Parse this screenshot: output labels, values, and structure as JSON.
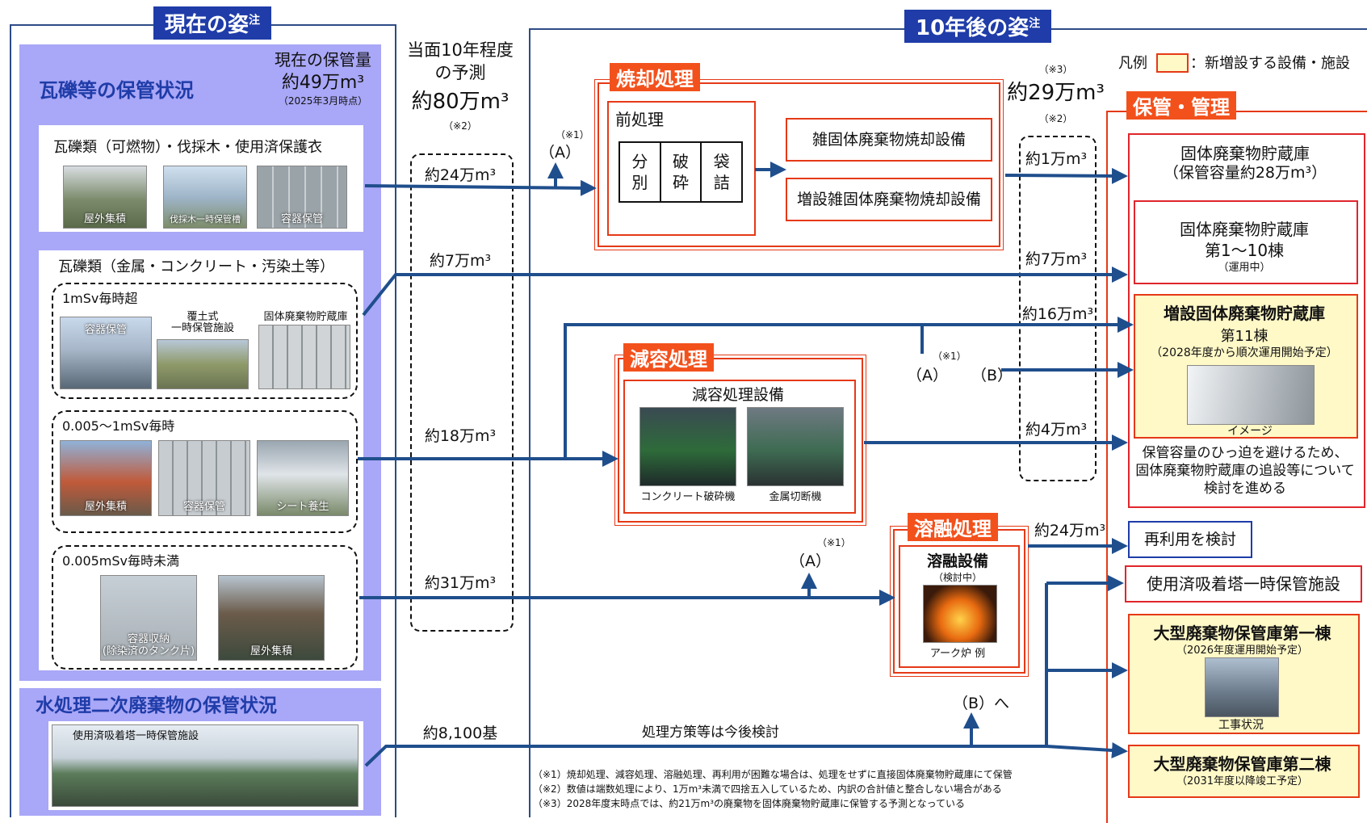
{
  "left_panel": {
    "title": "現在の姿",
    "title_note": "注",
    "storage_heading": "瓦礫等の保管状況",
    "current_volume_label": "現在の保管量",
    "current_volume_value": "約49万m³",
    "current_volume_date": "（2025年3月時点）",
    "group1": {
      "title": "瓦礫類（可燃物）・伐採木・使用済保護衣",
      "photos": [
        "屋外集積",
        "伐採木一時保管槽",
        "容器保管"
      ]
    },
    "group2_title": "瓦礫類（金属・コンクリート・汚染土等）",
    "sub_high": {
      "title": "1mSv毎時超",
      "photos": [
        "容器保管",
        "覆土式\n一時保管施設",
        "固体廃棄物貯蔵庫"
      ]
    },
    "sub_mid": {
      "title": "0.005～1mSv毎時",
      "photos": [
        "屋外集積",
        "容器保管",
        "シート養生"
      ]
    },
    "sub_low": {
      "title": "0.005mSv毎時未満",
      "photos": [
        "容器収納\n(除染済のタンク片)",
        "屋外集積"
      ]
    },
    "water_heading": "水処理二次廃棄物の保管状況",
    "water_photo": "使用済吸着塔一時保管施設"
  },
  "forecast": {
    "header": "当面10年程度\nの予測",
    "total": "約80万m³",
    "total_note": "（※2）",
    "v1": "約24万m³",
    "v2": "約7万m³",
    "v3": "約18万m³",
    "v4": "約31万m³",
    "v5": "約8,100基"
  },
  "right_panel": {
    "title": "10年後の姿",
    "title_note": "注",
    "legend_label": "凡例",
    "legend_text": "：新増設する設備・施設",
    "result_note_top": "（※3）",
    "result_total": "約29万m³",
    "result_note": "（※2）",
    "r1": "約1万m³",
    "r2": "約7万m³",
    "r3": "約16万m³",
    "r4": "約4万m³",
    "r5": "約24万m³",
    "incineration": {
      "title": "焼却処理",
      "pre": "前処理",
      "steps": [
        "分\n別",
        "破\n砕",
        "袋\n詰"
      ],
      "eq1": "雑固体廃棄物焼却設備",
      "eq2": "増設雑固体廃棄物焼却設備"
    },
    "volume_reduction": {
      "title": "減容処理",
      "equipment": "減容処理設備",
      "photos": [
        "コンクリート破砕機",
        "金属切断機"
      ]
    },
    "melting": {
      "title": "溶融処理",
      "equipment": "溶融設備",
      "status": "（検討中）",
      "photo": "アーク炉 例"
    },
    "storage": {
      "title": "保管・管理",
      "s1_title": "固体廃棄物貯蔵庫",
      "s1_cap": "（保管容量約28万m³）",
      "s2_title": "固体廃棄物貯蔵庫",
      "s2_line2": "第1～10棟",
      "s2_status": "（運用中）",
      "s3_title": "増設固体廃棄物貯蔵庫",
      "s3_line2": "第11棟",
      "s3_status": "（2028年度から順次運用開始予定）",
      "s3_image": "イメージ",
      "s3_text": "保管容量のひっ迫を避けるため、\n固体廃棄物貯蔵庫の追設等について\n検討を進める",
      "reuse": "再利用を検討",
      "adsorption": "使用済吸着塔一時保管施設",
      "big1_title": "大型廃棄物保管庫第一棟",
      "big1_status": "（2026年度運用開始予定）",
      "big1_photo": "工事状況",
      "big2_title": "大型廃棄物保管庫第二棟",
      "big2_status": "（2031年度以降竣工予定）"
    },
    "labels": {
      "a": "（A）",
      "b": "（B）",
      "b_to": "（B）へ",
      "note1": "（※1）",
      "water_policy": "処理方策等は今後検討"
    },
    "footnotes": [
      "（※1）焼却処理、減容処理、溶融処理、再利用が困難な場合は、処理をせずに直接固体廃棄物貯蔵庫にて保管",
      "（※2）数値は端数処理により、1万m³未満で四捨五入しているため、内訳の合計値と整合しない場合がある",
      "（※3）2028年度末時点では、約21万m³の廃棄物を固体廃棄物貯蔵庫に保管する予測となっている"
    ]
  },
  "colors": {
    "navy": "#1f3ca8",
    "arrow": "#1f4e8c",
    "lavender": "#a9a7f7",
    "orange": "#f3511c",
    "red": "#e53917",
    "yellow": "#fff8c7"
  }
}
